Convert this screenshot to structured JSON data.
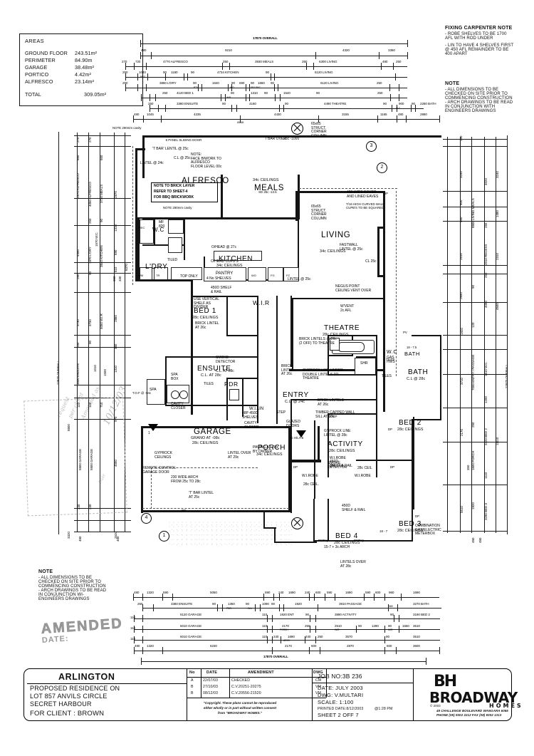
{
  "document": {
    "type": "architectural-floor-plan",
    "sheet_title": "ARLINGTON",
    "project_line1": "PROPOSED RESIDENCE ON",
    "project_line2": "LOT 857 ANVILS CIRCLE",
    "project_line3": "SECRET HARBOUR",
    "client_label": "FOR CLIENT : BROWN"
  },
  "areas": {
    "heading": "AREAS",
    "rows": [
      {
        "label": "GROUND FLOOR",
        "value": "243.51m²"
      },
      {
        "label": "PERIMETER",
        "value": "84.90m"
      },
      {
        "label": "GARAGE",
        "value": "38.48m²"
      },
      {
        "label": "PORTICO",
        "value": "4.42m²"
      },
      {
        "label": "ALFRESCO",
        "value": "23.14m²"
      }
    ],
    "total_label": "TOTAL",
    "total_value": "309.05m²"
  },
  "notes": {
    "carpenter": {
      "heading": "FIXING CARPENTER NOTE",
      "lines": [
        "- ROBE SHELVES TO BE 1700",
        "  AFL WITH ROD UNDER",
        "- LIN TO HAVE 4 SHELVES FIRST",
        "  @ 450 AFL REMAINDER TO BE",
        "  400 APART"
      ]
    },
    "general_right": {
      "heading": "NOTE",
      "lines": [
        "- ALL DIMENSIONS TO BE",
        "  CHECKED ON SITE PRIOR TO",
        "  COMMENCING CONSTRUCTION",
        "- ARCH DRAWINGS TO BE READ",
        "  IN CONJUNCTION WITH",
        "  ENGINEERS DRAWINGS"
      ]
    },
    "general_left": {
      "heading": "NOTE",
      "lines": [
        "- ALL DIMENSIONS TO BE",
        "  CHECKED ON SITE PRIOR TO",
        "  COMMENCING CONSTRUCTION",
        "- ARCH DRAWINGS TO BE READ",
        "  IN CONJUNCTION WI-",
        "  ENGINEERS DRAWINGS"
      ]
    },
    "brick_layer_box": [
      "NOTE TO BRICK LAYER",
      "REFER TO SHEET-4",
      "FOR BBQ BRICKWORK"
    ]
  },
  "stamp": {
    "text": "AMENDED",
    "date_label": "DATE:"
  },
  "handwriting": {
    "date": "10/12/03",
    "date_label": "Date"
  },
  "titleblock": {
    "amendment_headers": [
      "No",
      "DATE",
      "AMENDMENT",
      "DWG"
    ],
    "amendments": [
      {
        "no": "A",
        "date": "22/07/03",
        "amendment": "CHECKED",
        "dwg": "CM"
      },
      {
        "no": "B",
        "date": "27/10/03",
        "amendment": "C.V.20251-20275",
        "dwg": "VM"
      },
      {
        "no": "B",
        "date": "08/12/03",
        "amendment": "C.V.20556-21520",
        "dwg": "VM"
      }
    ],
    "copyright": [
      "\"Copyright. These plans cannot be reproduced",
      "either wholly or in part without written consent",
      "from \"BROADWAY HOMES.\""
    ],
    "job_no": "JOB NO:3B 236",
    "date": "DATE:  JULY 2003",
    "dwg": "DWG: V.MULTARI",
    "scale": "SCALE: 1:100",
    "printed": "PRINTED DATE:8/12/2003",
    "printed_time": "@1:28 PM",
    "sheet": "SHEET 2 OFF 7",
    "logo": {
      "monogram": "BH",
      "name": "BROADWAY",
      "sub": "HOMES",
      "copy": "© 2003",
      "address1": "49 CHALLENGE BOULEVARD    WANGARA 6065",
      "address2": "PHONE    (08) 9302 2212            FAX  (08) 9302 1313"
    }
  },
  "rooms": [
    {
      "name": "ALFRESCO",
      "ceiling": "34c CEILINGS"
    },
    {
      "name": "MEALS",
      "ceiling": "34c CEILINGS"
    },
    {
      "name": "KITCHEN",
      "ceiling": "34c CEILINGS"
    },
    {
      "name": "LIVING",
      "ceiling": "34c CEILINGS"
    },
    {
      "name": "L'DRY",
      "ceiling": ""
    },
    {
      "name": "W.C",
      "ceiling": ""
    },
    {
      "name": "PANTRY",
      "ceiling": ""
    },
    {
      "name": "BED 1",
      "ceiling": "28c CEILINGS"
    },
    {
      "name": "W.I.R",
      "ceiling": ""
    },
    {
      "name": "ENSUITE",
      "ceiling": "C.L. AT 28c"
    },
    {
      "name": "PDR",
      "ceiling": ""
    },
    {
      "name": "ENTRY",
      "ceiling": "C.L. @ 24c"
    },
    {
      "name": "THEATRE",
      "ceiling": "28c CEILINGS"
    },
    {
      "name": "GARAGE",
      "ceiling": "28c CEILINGS"
    },
    {
      "name": "PORCH",
      "ceiling": "34c CEILINGS"
    },
    {
      "name": "ACTIVITY",
      "ceiling": "28c CEILINGS"
    },
    {
      "name": "BED 2",
      "ceiling": "28c CEILINGS"
    },
    {
      "name": "BED 3",
      "ceiling": "28c CEILINGS"
    },
    {
      "name": "BED 4",
      "ceiling": "28c CEILINGS"
    },
    {
      "name": "BATH",
      "ceiling": "C.L @ 28c"
    },
    {
      "name": "W.C",
      "ceiling": ""
    },
    {
      "name": "W.I.LIN",
      "ceiling": ""
    }
  ],
  "plan_annotations": [
    "NOTE 290mm cavity",
    "4350 WIDE 'T BAR' OVER\n6 PANEL SLIDING DOOR",
    "'T BAR' LENTIL @ 25c",
    "LINTEL @ 24c",
    "C.L @ 25c",
    "NOTE:\nFACE B/WORK TO\nALFRESCO\nFLOOR LEVEL 00c",
    "NOTE 290mm cavity",
    "T'BAR OVER",
    "65x65\nSTRUCT.\nCORNER\nCOLUMN",
    "25c -1000",
    "SD 25c -13.5",
    "480 WIDE BOXED\nAND LINED EAVES",
    "T/16 HIGH CURVED WALL\nCUPB'S TO BE SQUARED",
    "O/HEAD @ 27c",
    "O/HEAD CUPB'S",
    "LINTEL @ 25c",
    "TOP ONLY",
    "4 No SHELVES",
    "TILED",
    "MF 820",
    "FASTWALL\nLINTEL @ 25c",
    "CL 25c",
    "NEGUS POINT\nCEILING VENT OVER",
    "W'VENT\n2c AFL",
    "450D SHELF\n& RAIL",
    "USE VERTICAL\nSHELF AS\nDIVIDER",
    "BRICK LINTEL\nAT 26c",
    "SMOKE\nDETECTOR",
    "C.L. AT 28c",
    "TILES",
    "SPA BOX",
    "SPA",
    "CAVITY\nCLOSER",
    "48P 450D\nSHELVES",
    "STEP",
    "BRICK\nLINTEL\nAT 26c",
    "GYPROCK LINE UNDER\nDOUBLE LINTELS TO\nTHEATRE",
    "BRICK LINTELS @ 26c\n(2 OFF) TO THEATRE",
    "BRICK LINTELS\nAT 26c",
    "TIMBER CAPPED WALL\nSILL AT 10c",
    "GYPROCK LINE\nLINTEL @ 28c",
    "GYPROCK\nCEILINGS",
    "LINTEL OVER\nAT 29c",
    "REMOTE CONTROL\nGARAGE DOOR",
    "230 WIDE ARCH\nFROM 25c TO 28c",
    "'T' BAR LINTEL\nAT 25c",
    "GRANO AT -08c",
    "PAVING AT -08c\nBY OWNER",
    "4c H/LITE",
    "GLAZED\nDOORS",
    "CAVITY\nCLOSER",
    "450D SHELF & RAIL",
    "W.I.ROBE",
    "28c CEIL.",
    "GAS HWS",
    "SHR",
    "BATH",
    "18 - 7.5",
    "COMBINATION\nGAS/ELECTRIC\nMETERBOX",
    "15-7 + 3c ARCH",
    "LINTELS OVER\nAT 28c",
    "RWPop",
    "DP",
    "T.O.F @ -04c"
  ],
  "dimensions": {
    "overall_top": "17870 OVERALL",
    "overall_bottom": "17870 OVERALL",
    "overall_left": "22870 OVERALL",
    "overall_right": "22870 OVERALL",
    "top_rows": [
      [
        "480",
        "9210",
        "4320",
        "3360"
      ],
      [
        "270",
        "720",
        "4770 ALFRESCO",
        "250",
        "3930 MEALS",
        "250",
        "6300 LIVING",
        "480",
        "250"
      ],
      [
        "250",
        "1040",
        "90",
        "1180",
        "90",
        "4734 KITCHEN",
        "90",
        "REC."
      ],
      [
        "250",
        "3860 L'DRY",
        "90",
        "1640",
        "90",
        "690",
        "90",
        "1660",
        "90",
        "6120 LIVING",
        "250"
      ],
      [
        "250",
        "4120 BED 1",
        "90",
        "1310",
        "90",
        "1540",
        "90",
        "4490 THEATRE",
        "250"
      ],
      [
        "250",
        "3380 ENSUITE",
        "90",
        "4160",
        "90",
        "4490 THEATRE",
        "90",
        "900",
        "90",
        "2280 BATH"
      ],
      [
        "480",
        "1045",
        "4235",
        "65x65",
        "4430",
        "3155",
        "1165",
        "480",
        "2880"
      ]
    ],
    "bottom_rows": [
      [
        "480",
        "1320",
        "590",
        "5050",
        "590",
        "240",
        "1690",
        "240",
        "600",
        "590",
        "1690",
        "590",
        "600",
        "960",
        "1690"
      ],
      [
        "250",
        "3380 ENSUITE",
        "90",
        "1350",
        "90",
        "1090",
        "90",
        "1920",
        "3910 PASSAGE",
        "980",
        "3270 BATH"
      ],
      [
        "110",
        "6120 GARAGE",
        "110",
        "1920 ENT",
        "90",
        "3890 ACTIVITY",
        "90",
        "3190 BED 2"
      ],
      [
        "110",
        "6010 GARAGE",
        "110",
        "2170",
        "250",
        "2510",
        "90",
        "1290",
        "90",
        "1550",
        "90",
        "3510"
      ],
      [
        "110",
        "6010 GARAGE",
        "110",
        "240",
        "1690",
        "240",
        "250",
        "3570",
        "90",
        "3510"
      ],
      [
        "480",
        "1320",
        "6230",
        "2170",
        "600",
        "2870",
        "600",
        "3600"
      ]
    ],
    "left_rows": [
      [
        "270",
        "270"
      ],
      [
        "650",
        "650"
      ],
      [
        "2870 ALFRESCO",
        "4050 ALFRESCO",
        "3730 MEALS",
        "2870"
      ],
      [
        "4400",
        "250",
        "90",
        "1310"
      ],
      [
        "1870 L'DRY",
        "90",
        "1570 W.C.",
        "3840 KITCHEN",
        "690",
        "610",
        "6370"
      ],
      [
        "250",
        "90",
        "360",
        "330"
      ],
      [
        "3730",
        "3730",
        "4050 W.I.R",
        "2860"
      ],
      [
        "250",
        "90",
        "480"
      ],
      [
        "3500 ENSUITE",
        "1010",
        "1310",
        "1500",
        "W.I.L 1430"
      ],
      [
        "110",
        "110",
        "710",
        "970"
      ],
      [
        "8800",
        "5800 GARAGE",
        "5800 GARAGE",
        "4550"
      ],
      [
        "230",
        "230"
      ],
      [
        "3320",
        "2520"
      ],
      [
        "480",
        "480"
      ]
    ],
    "right_rows": [
      [
        "250"
      ],
      [
        "3240",
        "3240"
      ],
      [
        "4020",
        "1480"
      ],
      [
        "800",
        "850",
        "8800 LIVING MEALS",
        "250"
      ],
      [
        "2510",
        "2010 RECESS",
        "2310"
      ],
      [
        "250"
      ],
      [
        "2640",
        "90",
        "4090",
        "4840"
      ],
      [
        "1920",
        "120"
      ],
      [
        "7000 ENTRY / PASSAGE",
        "1510 W.C.",
        "3710",
        "1200"
      ],
      [
        "2170",
        "250",
        "3420 BED 2",
        "11110"
      ],
      [
        "1600 PORCH",
        "350",
        "90",
        "1110"
      ],
      [
        "5510",
        "1920",
        "90",
        "3290 BED 3"
      ],
      [
        "250",
        "480",
        "480"
      ]
    ]
  },
  "grid_bubbles": [
    "1",
    "2",
    "3",
    "4"
  ]
}
